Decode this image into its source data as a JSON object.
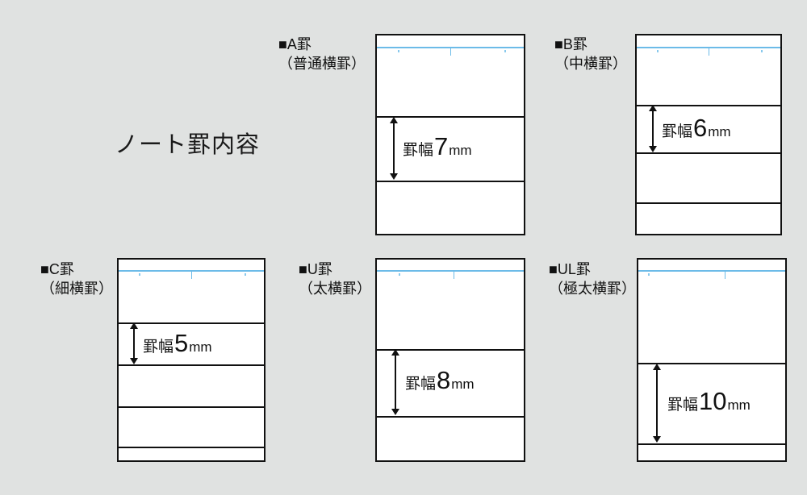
{
  "page": {
    "title": "ノート罫内容",
    "background_color": "#e0e2e1",
    "rule_line_color": "#111111",
    "header_rule_color": "#6cbbe8",
    "paper_color": "#ffffff"
  },
  "rulings": [
    {
      "id": "a",
      "bullet": "■",
      "name": "A罫",
      "label_line1": "■A罫",
      "label_line2": "（普通横罫）",
      "subtitle": "（普通横罫）",
      "measure_kanji": "罫幅",
      "measure_value": "7",
      "measure_unit": "mm",
      "measure_full": "罫幅7mm",
      "row_count": 3,
      "measured_row_index": 1
    },
    {
      "id": "b",
      "bullet": "■",
      "name": "B罫",
      "label_line1": "■B罫",
      "label_line2": "（中横罫）",
      "subtitle": "（中横罫）",
      "measure_kanji": "罫幅",
      "measure_value": "6",
      "measure_unit": "mm",
      "measure_full": "罫幅6mm",
      "row_count": 4,
      "measured_row_index": 1
    },
    {
      "id": "c",
      "bullet": "■",
      "name": "C罫",
      "label_line1": "■C罫",
      "label_line2": "（細横罫）",
      "subtitle": "（細横罫）",
      "measure_kanji": "罫幅",
      "measure_value": "5",
      "measure_unit": "mm",
      "measure_full": "罫幅5mm",
      "row_count": 5,
      "measured_row_index": 1
    },
    {
      "id": "u",
      "bullet": "■",
      "name": "U罫",
      "label_line1": "■U罫",
      "label_line2": "（太横罫）",
      "subtitle": "（太横罫）",
      "measure_kanji": "罫幅",
      "measure_value": "8",
      "measure_unit": "mm",
      "measure_full": "罫幅8mm",
      "row_count": 3,
      "measured_row_index": 1
    },
    {
      "id": "ul",
      "bullet": "■",
      "name": "UL罫",
      "label_line1": "■UL罫",
      "label_line2": "（極太横罫）",
      "subtitle": "（極太横罫）",
      "measure_kanji": "罫幅",
      "measure_value": "10",
      "measure_unit": "mm",
      "measure_full": "罫幅10mm",
      "row_count": 3,
      "measured_row_index": 1
    }
  ]
}
